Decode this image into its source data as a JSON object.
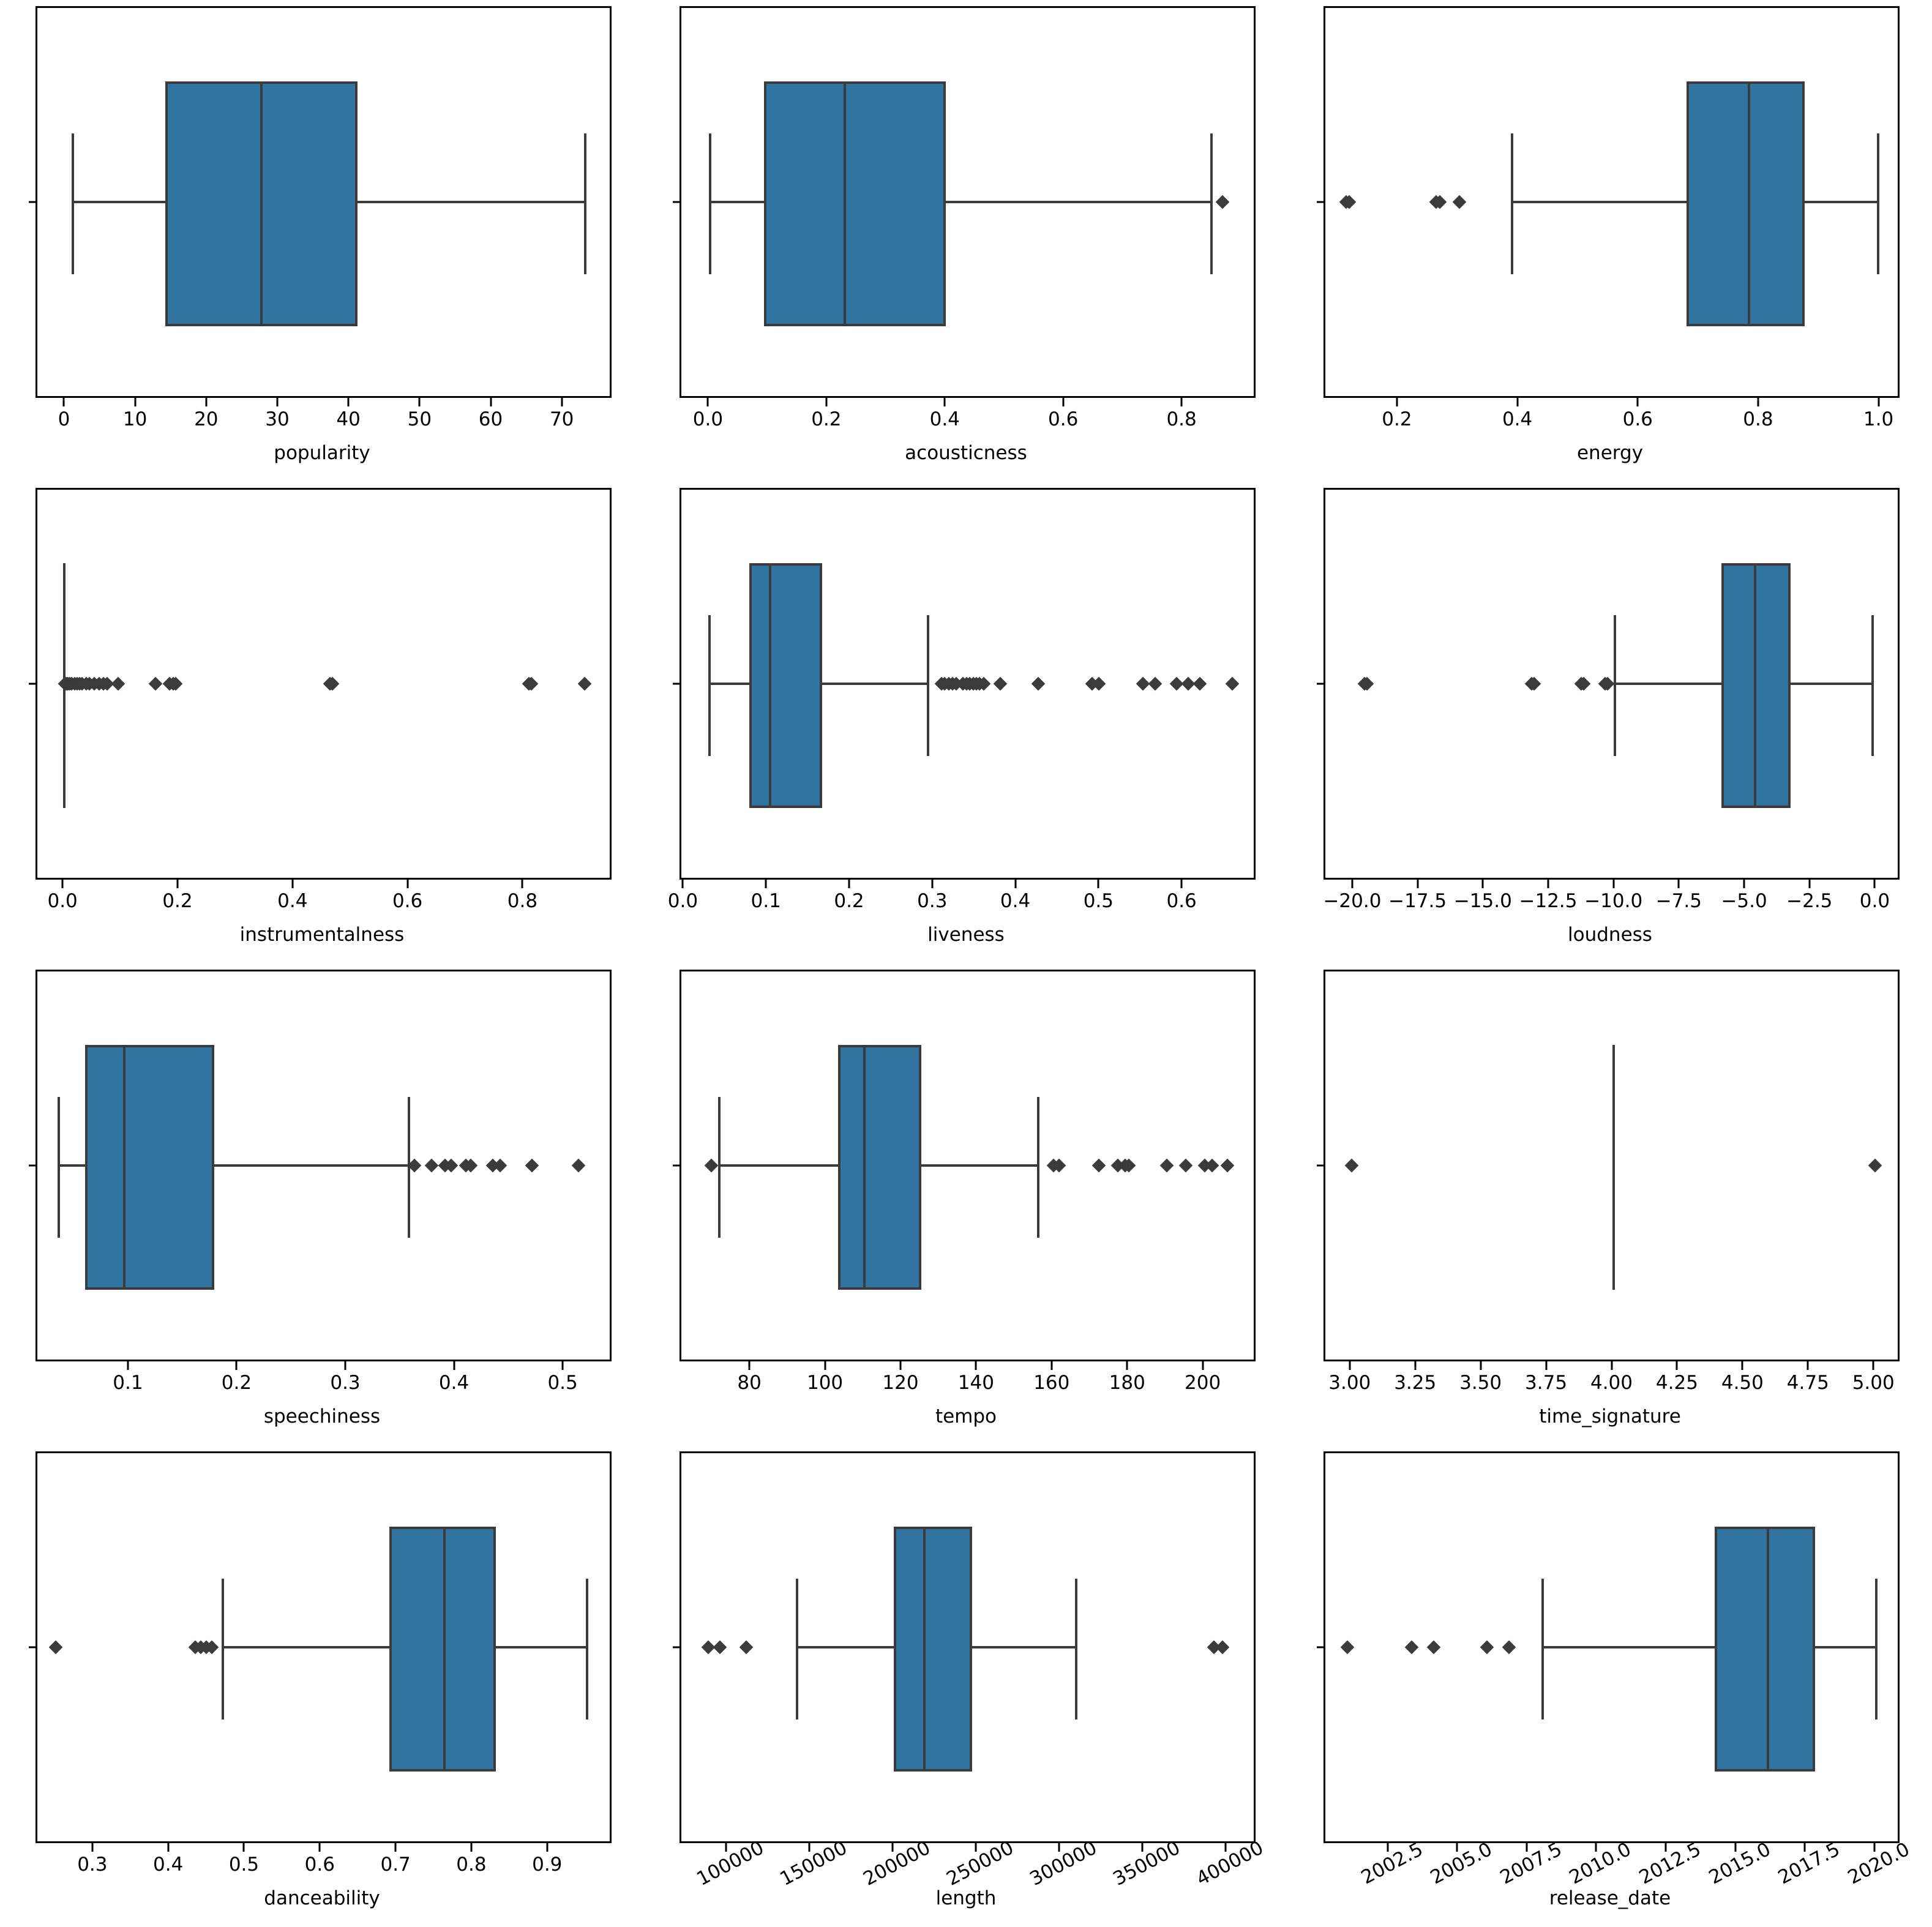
{
  "figure": {
    "type": "boxplot-grid",
    "rows": 4,
    "cols": 3,
    "box_fill": "#3274a1",
    "line_color": "#3b3b3b",
    "flier_marker": "diamond"
  },
  "chart_data": [
    {
      "type": "box",
      "xlabel": "popularity",
      "orientation": "horizontal",
      "xlim": [
        -4.0,
        77.0
      ],
      "ticks": [
        0,
        10,
        20,
        30,
        40,
        50,
        60,
        70
      ],
      "tick_labels": [
        "0",
        "10",
        "20",
        "30",
        "40",
        "50",
        "60",
        "70"
      ],
      "stats": {
        "whisker_low": 1.0,
        "q1": 14.0,
        "median": 27.5,
        "q3": 41.0,
        "whisker_high": 73.0
      },
      "outliers": []
    },
    {
      "type": "box",
      "xlabel": "acousticness",
      "orientation": "horizontal",
      "xlim": [
        -0.048,
        0.925
      ],
      "ticks": [
        0.0,
        0.2,
        0.4,
        0.6,
        0.8
      ],
      "tick_labels": [
        "0.0",
        "0.2",
        "0.4",
        "0.6",
        "0.8"
      ],
      "stats": {
        "whisker_low": 0.0008,
        "q1": 0.0915,
        "median": 0.228,
        "q3": 0.399,
        "whisker_high": 0.847
      },
      "outliers": [
        0.866
      ]
    },
    {
      "type": "box",
      "xlabel": "energy",
      "orientation": "horizontal",
      "xlim": [
        0.078,
        1.035
      ],
      "ticks": [
        0.2,
        0.4,
        0.6,
        0.8,
        1.0
      ],
      "tick_labels": [
        "0.2",
        "0.4",
        "0.6",
        "0.8",
        "1.0"
      ],
      "stats": {
        "whisker_low": 0.388,
        "q1": 0.678,
        "median": 0.782,
        "q3": 0.874,
        "whisker_high": 0.996
      },
      "outliers": [
        0.113,
        0.118,
        0.262,
        0.268,
        0.301
      ]
    },
    {
      "type": "box",
      "xlabel": "instrumentalness",
      "orientation": "horizontal",
      "xlim": [
        -0.047,
        0.955
      ],
      "ticks": [
        0.0,
        0.2,
        0.4,
        0.6,
        0.8
      ],
      "tick_labels": [
        "0.0",
        "0.2",
        "0.4",
        "0.6",
        "0.8"
      ],
      "stats": {
        "whisker_low": 0.0,
        "q1": 0.0,
        "median": 0.0,
        "q3": 0.0,
        "whisker_high": 0.0
      },
      "outliers": [
        0.0005,
        0.001,
        0.002,
        0.004,
        0.006,
        0.009,
        0.013,
        0.018,
        0.022,
        0.027,
        0.031,
        0.038,
        0.044,
        0.052,
        0.061,
        0.068,
        0.074,
        0.094,
        0.158,
        0.183,
        0.189,
        0.194,
        0.462,
        0.466,
        0.808,
        0.812,
        0.905
      ]
    },
    {
      "type": "box",
      "xlabel": "liveness",
      "orientation": "horizontal",
      "xlim": [
        -0.004,
        0.689
      ],
      "ticks": [
        0.0,
        0.1,
        0.2,
        0.3,
        0.4,
        0.5,
        0.6
      ],
      "tick_labels": [
        "0.0",
        "0.1",
        "0.2",
        "0.3",
        "0.4",
        "0.5",
        "0.6"
      ],
      "stats": {
        "whisker_low": 0.0296,
        "q1": 0.0775,
        "median": 0.103,
        "q3": 0.1655,
        "whisker_high": 0.293
      },
      "outliers": [
        0.309,
        0.313,
        0.318,
        0.322,
        0.327,
        0.335,
        0.339,
        0.343,
        0.347,
        0.351,
        0.355,
        0.36,
        0.38,
        0.425,
        0.49,
        0.498,
        0.551,
        0.566,
        0.592,
        0.606,
        0.62,
        0.659
      ]
    },
    {
      "type": "box",
      "xlabel": "loudness",
      "orientation": "horizontal",
      "xlim": [
        -21.1,
        0.95
      ],
      "ticks": [
        -20.0,
        -17.5,
        -15.0,
        -12.5,
        -10.0,
        -7.5,
        -5.0,
        -2.5,
        0.0
      ],
      "tick_labels": [
        "−20.0",
        "−17.5",
        "−15.0",
        "−12.5",
        "−10.0",
        "−7.5",
        "−5.0",
        "−2.5",
        "0.0"
      ],
      "stats": {
        "whisker_low": -10.02,
        "q1": -5.93,
        "median": -4.65,
        "q3": -3.29,
        "whisker_high": -0.16
      },
      "outliers": [
        -19.6,
        -19.5,
        -13.2,
        -13.1,
        -11.3,
        -11.2,
        -10.4,
        -10.3
      ]
    },
    {
      "type": "box",
      "xlabel": "speechiness",
      "orientation": "horizontal",
      "xlim": [
        0.015,
        0.545
      ],
      "ticks": [
        0.1,
        0.2,
        0.3,
        0.4,
        0.5
      ],
      "tick_labels": [
        "0.1",
        "0.2",
        "0.3",
        "0.4",
        "0.5"
      ],
      "stats": {
        "whisker_low": 0.0349,
        "q1": 0.0589,
        "median": 0.0948,
        "q3": 0.1775,
        "whisker_high": 0.357
      },
      "outliers": [
        0.362,
        0.378,
        0.39,
        0.396,
        0.409,
        0.414,
        0.434,
        0.441,
        0.47,
        0.513
      ]
    },
    {
      "type": "box",
      "xlabel": "tempo",
      "orientation": "horizontal",
      "xlim": [
        61.5,
        214.0
      ],
      "ticks": [
        80,
        100,
        120,
        140,
        160,
        180,
        200
      ],
      "tick_labels": [
        "80",
        "100",
        "120",
        "140",
        "160",
        "180",
        "200"
      ],
      "stats": {
        "whisker_low": 71.5,
        "q1": 103.0,
        "median": 110.0,
        "q3": 125.0,
        "whisker_high": 156.0
      },
      "outliers": [
        69.5,
        160.0,
        161.5,
        172.0,
        177.0,
        179.0,
        180.0,
        190.0,
        195.0,
        200.0,
        202.0,
        206.0
      ]
    },
    {
      "type": "box",
      "xlabel": "time_signature",
      "orientation": "horizontal",
      "xlim": [
        2.9,
        5.1
      ],
      "ticks": [
        3.0,
        3.25,
        3.5,
        3.75,
        4.0,
        4.25,
        4.5,
        4.75,
        5.0
      ],
      "tick_labels": [
        "3.00",
        "3.25",
        "3.50",
        "3.75",
        "4.00",
        "4.25",
        "4.50",
        "4.75",
        "5.00"
      ],
      "stats": {
        "whisker_low": 4.0,
        "q1": 4.0,
        "median": 4.0,
        "q3": 4.0,
        "whisker_high": 4.0
      },
      "outliers": [
        3.0,
        5.0
      ]
    },
    {
      "type": "box",
      "xlabel": "danceability",
      "orientation": "horizontal",
      "xlim": [
        0.225,
        0.985
      ],
      "ticks": [
        0.3,
        0.4,
        0.5,
        0.6,
        0.7,
        0.8,
        0.9
      ],
      "tick_labels": [
        "0.3",
        "0.4",
        "0.5",
        "0.6",
        "0.7",
        "0.8",
        "0.9"
      ],
      "stats": {
        "whisker_low": 0.47,
        "q1": 0.689,
        "median": 0.762,
        "q3": 0.83,
        "whisker_high": 0.95
      },
      "outliers": [
        0.249,
        0.433,
        0.441,
        0.448,
        0.455
      ]
    },
    {
      "type": "box",
      "xlabel": "length",
      "orientation": "horizontal",
      "xlim": [
        72000,
        418000
      ],
      "ticks": [
        100000,
        150000,
        200000,
        250000,
        300000,
        350000,
        400000
      ],
      "tick_labels": [
        "100000",
        "150000",
        "200000",
        "250000",
        "300000",
        "350000",
        "400000"
      ],
      "stats": {
        "whisker_low": 141500,
        "q1": 199500,
        "median": 218000,
        "q3": 246500,
        "whisker_high": 309000
      },
      "outliers": [
        88000,
        95000,
        111000,
        392000,
        397000
      ]
    },
    {
      "type": "box",
      "xlabel": "release_date",
      "orientation": "horizontal",
      "xlim": [
        2000.2,
        2020.9
      ],
      "ticks": [
        2002.5,
        2005.0,
        2007.5,
        2010.0,
        2012.5,
        2015.0,
        2017.5,
        2020.0
      ],
      "tick_labels": [
        "2002.5",
        "2005.0",
        "2007.5",
        "2010.0",
        "2012.5",
        "2015.0",
        "2017.5",
        "2020.0"
      ],
      "stats": {
        "whisker_low": 2008.0,
        "q1": 2014.2,
        "median": 2016.1,
        "q3": 2017.8,
        "whisker_high": 2020.0
      },
      "outliers": [
        2001.0,
        2003.3,
        2004.1,
        2006.0,
        2006.8
      ]
    }
  ]
}
